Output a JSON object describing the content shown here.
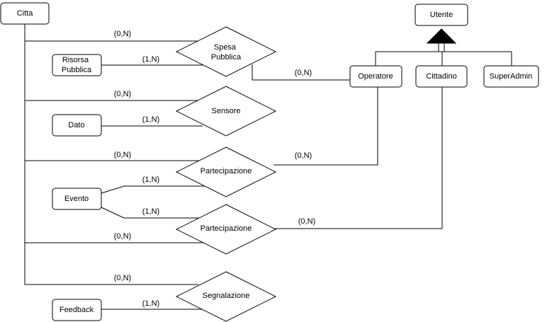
{
  "colors": {
    "line": "#000000",
    "fill": "#ffffff",
    "text": "#000000"
  },
  "entities": {
    "citta": "Citta",
    "risorsa": [
      "Risorsa",
      "Pubblica"
    ],
    "dato": "Dato",
    "evento": "Evento",
    "feedback": "Feedback",
    "utente": "Utente",
    "operatore": "Operatore",
    "cittadino": "Cittadino",
    "superadmin": "SuperAdmin"
  },
  "relationships": {
    "spesa": [
      "Spesa",
      "Pubblica"
    ],
    "sensore": "Sensore",
    "partecipazione1": "Partecipazione",
    "partecipazione2": "Partecipazione",
    "segnalazione": "Segnalazione"
  },
  "cardinalities": {
    "citta_spesa": "(0,N)",
    "risorsa_spesa": "(1,N)",
    "operatore_spesa": "(0,N)",
    "citta_sensore": "(0,N)",
    "dato_sensore": "(1,N)",
    "citta_part1": "(0,N)",
    "operatore_part1": "(0,N)",
    "evento_part1": "(1,N)",
    "evento_part2": "(1,N)",
    "cittadino_part2": "(0,N)",
    "citta_part2": "(0,N)",
    "citta_segn": "(0,N)",
    "feedback_segn": "(1,N)"
  }
}
